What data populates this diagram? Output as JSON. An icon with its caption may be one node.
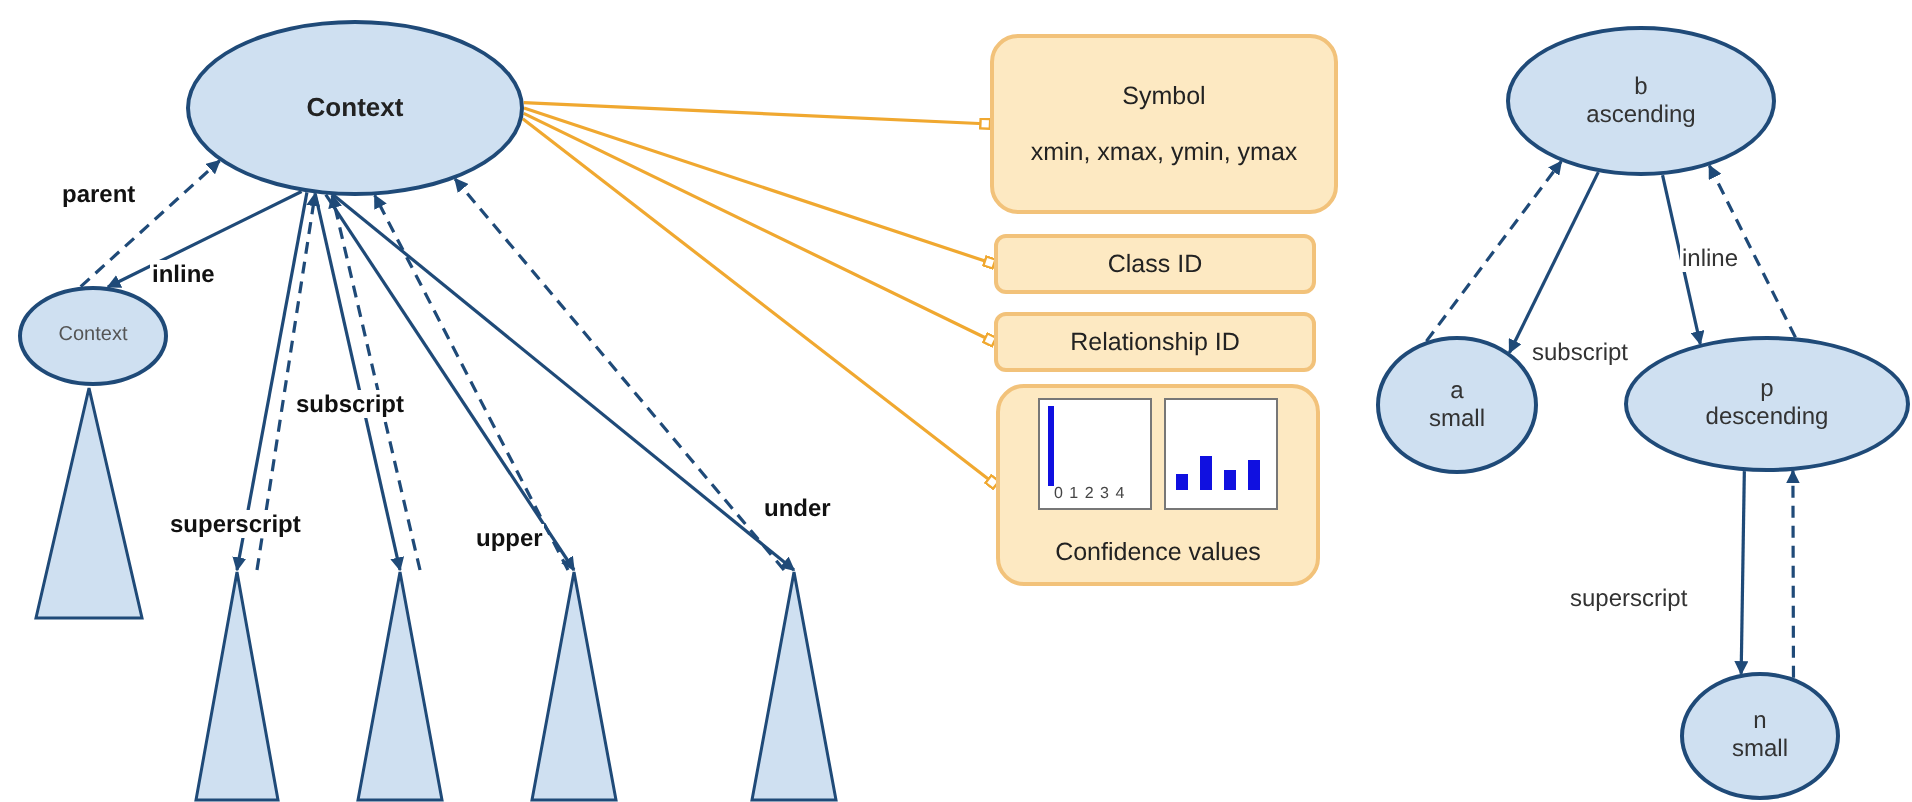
{
  "diagram": {
    "nodes": [
      {
        "text": [
          "Context"
        ]
      },
      {
        "text": [
          "Context"
        ]
      },
      {
        "text": [],
        "shape": "triangle"
      },
      {
        "text": [],
        "shape": "triangle"
      },
      {
        "text": [],
        "shape": "triangle"
      },
      {
        "text": [],
        "shape": "triangle"
      },
      {
        "text": [],
        "shape": "triangle"
      },
      {
        "text": [
          "Symbol",
          "xmin, xmax, ymin, ymax"
        ]
      },
      {
        "text": [
          "Class ID"
        ]
      },
      {
        "text": [
          "Relationship ID"
        ]
      },
      {
        "text": [
          "Confidence values"
        ]
      },
      {
        "text": [
          "b",
          "ascending"
        ]
      },
      {
        "text": [
          "a",
          "small"
        ]
      },
      {
        "text": [
          "p",
          "descending"
        ]
      },
      {
        "text": [
          "n",
          "small"
        ]
      }
    ],
    "edges": [
      {
        "from": 0,
        "to": 1,
        "arrow": "to",
        "label": "inline"
      },
      {
        "from": 1,
        "to": 0,
        "arrow": "to",
        "label": "parent",
        "style": "dashed"
      },
      {
        "from": 0,
        "to": 3,
        "arrow": "to",
        "label": "superscript"
      },
      {
        "from": 3,
        "to": 0,
        "arrow": "to",
        "style": "dashed"
      },
      {
        "from": 0,
        "to": 4,
        "arrow": "to",
        "label": "subscript"
      },
      {
        "from": 4,
        "to": 0,
        "arrow": "to",
        "style": "dashed"
      },
      {
        "from": 0,
        "to": 5,
        "arrow": "to",
        "label": "upper"
      },
      {
        "from": 5,
        "to": 0,
        "arrow": "to",
        "style": "dashed"
      },
      {
        "from": 0,
        "to": 6,
        "arrow": "to",
        "label": "under"
      },
      {
        "from": 6,
        "to": 0,
        "arrow": "to",
        "style": "dashed"
      },
      {
        "from": 0,
        "to": 7,
        "arrow": "other",
        "color": "#f0a830"
      },
      {
        "from": 0,
        "to": 8,
        "arrow": "other",
        "color": "#f0a830"
      },
      {
        "from": 0,
        "to": 9,
        "arrow": "other",
        "color": "#f0a830"
      },
      {
        "from": 0,
        "to": 10,
        "arrow": "other",
        "color": "#f0a830"
      },
      {
        "from": 11,
        "to": 12,
        "arrow": "to",
        "label": "subscript"
      },
      {
        "from": 12,
        "to": 11,
        "arrow": "to",
        "style": "dashed"
      },
      {
        "from": 11,
        "to": 13,
        "arrow": "to",
        "label": "inline"
      },
      {
        "from": 13,
        "to": 11,
        "arrow": "to",
        "style": "dashed"
      },
      {
        "from": 13,
        "to": 14,
        "arrow": "to",
        "label": "superscript"
      },
      {
        "from": 14,
        "to": 13,
        "arrow": "to",
        "style": "dashed"
      }
    ],
    "labels": [
      "0 1 2 3 4"
    ]
  }
}
